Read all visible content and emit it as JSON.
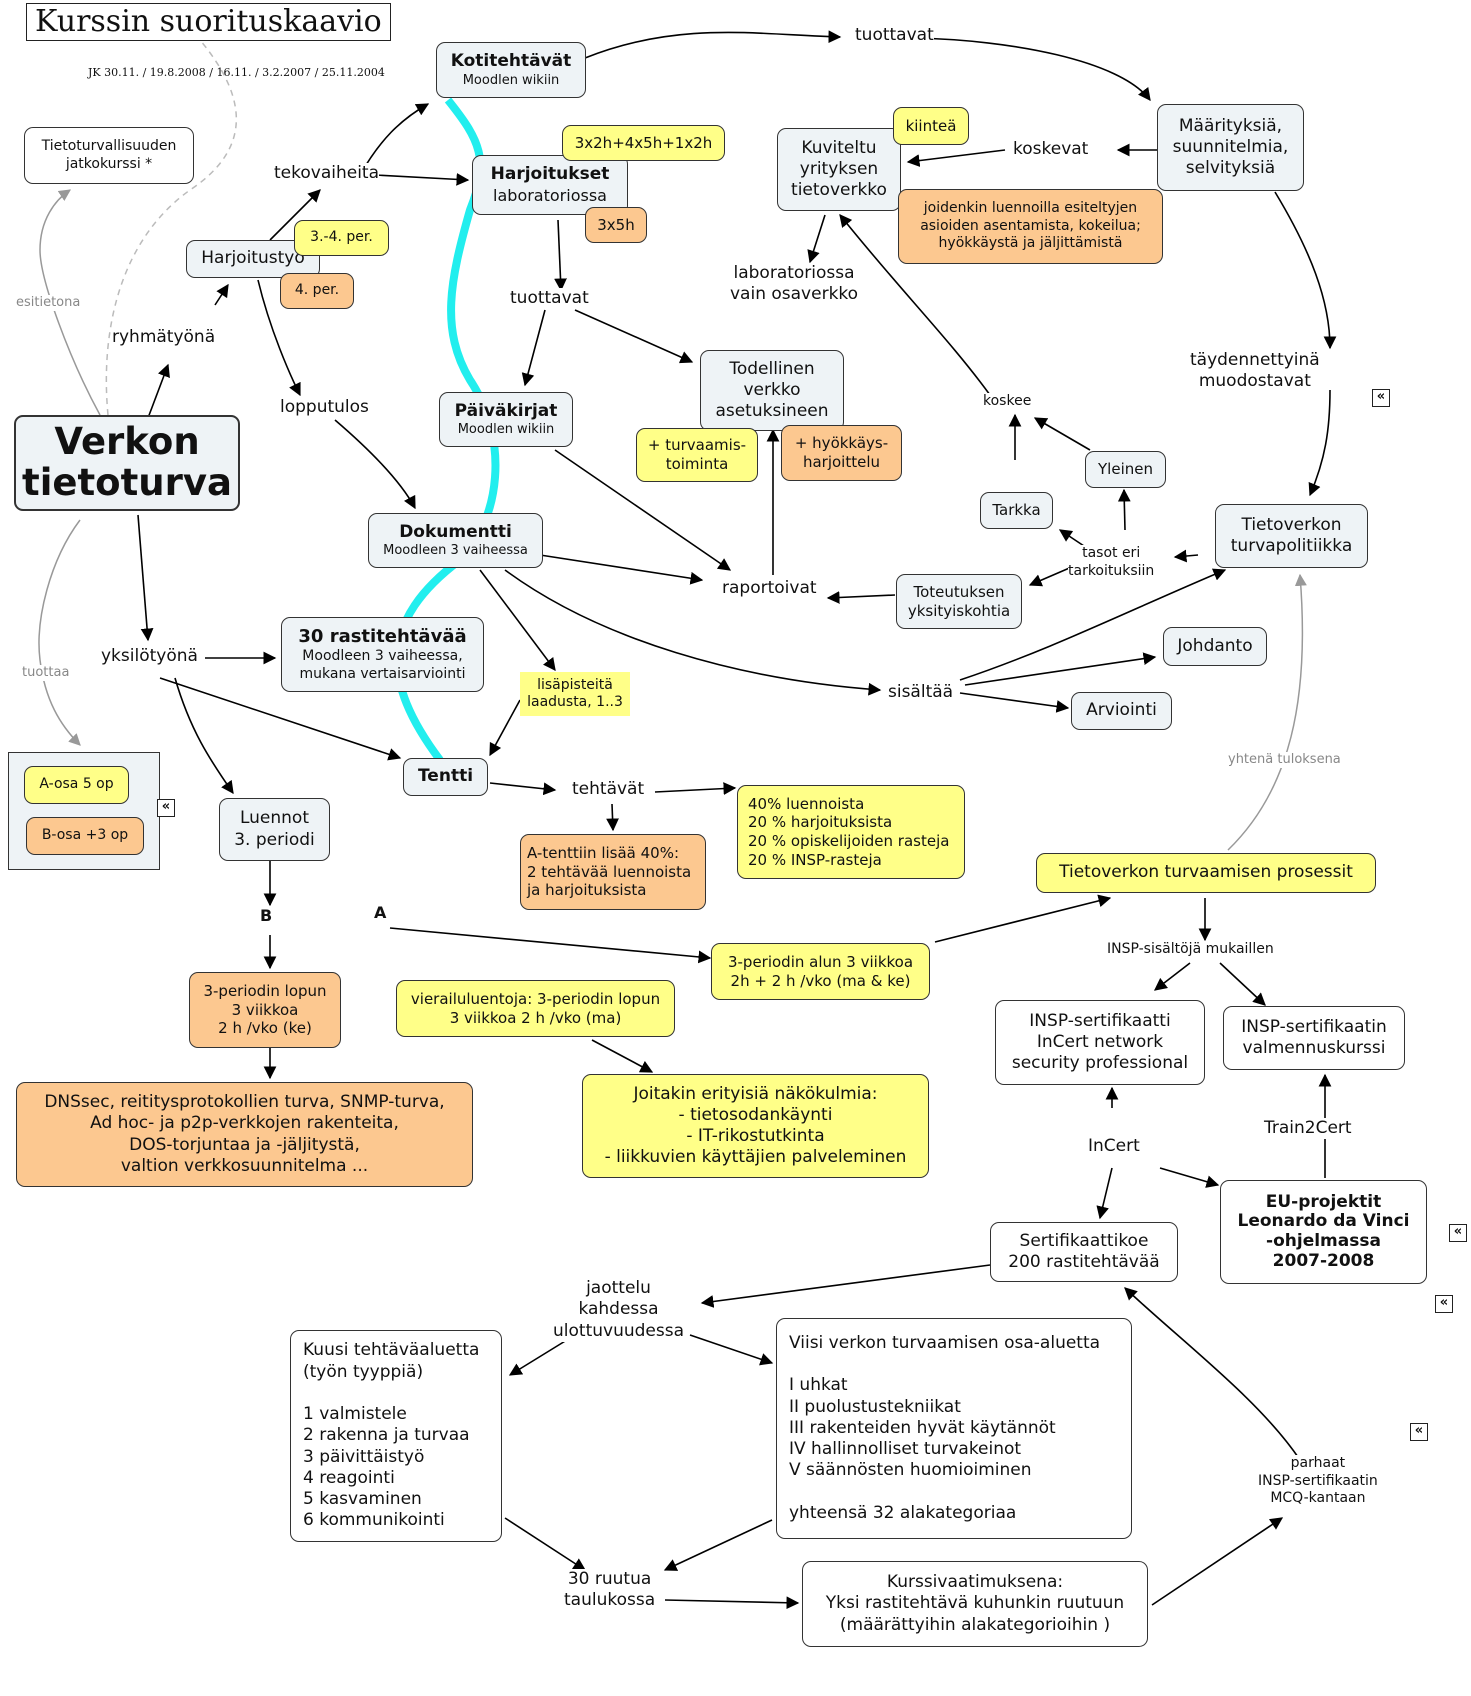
{
  "title": "Kurssin suorituskaavio",
  "meta": "JK  30.11. / 19.8.2008 / 16.11. / 3.2.2007 / 25.11.2004",
  "nodes": {
    "verkon": "Verkon\ntietoturva",
    "jatkokurssi": "Tietoturvallisuuden\njatkokurssi *",
    "harjoitustyo": "Harjoitustyö",
    "per34": "3.-4. per.",
    "per4": "4. per.",
    "kotitehtavat_title": "Kotitehtävät",
    "kotitehtavat_sub": "Moodlen wikiin",
    "harjoitukset_title": "Harjoitukset",
    "harjoitukset_sub": "laboratoriossa",
    "harj_hours": "3x2h+4x5h+1x2h",
    "harj_3x5h": "3x5h",
    "paivakirjat_title": "Päiväkirjat",
    "paivakirjat_sub": "Moodlen wikiin",
    "dokumentti_title": "Dokumentti",
    "dokumentti_sub": "Moodleen 3 vaiheessa",
    "rasti_title": "30 rastitehtävää",
    "rasti_sub": "Moodleen 3 vaiheessa,\nmukana vertaisarviointi",
    "tentti": "Tentti",
    "osa_a": "A-osa 5 op",
    "osa_b": "B-osa +3 op",
    "luennot": "Luennot\n3. periodi",
    "periodi_b": "3-periodin lopun\n3 viikkoa\n2 h /vko (ke)",
    "dnssec": "DNSsec, reititysprotokollien turva, SNMP-turva,\nAd hoc- ja p2p-verkkojen rakenteita,\nDOS-torjuntaa ja -jäljitystä,\nvaltion verkkosuunnitelma ...",
    "vierailu": "vierailuluentoja: 3-periodin lopun\n3 viikkoa   2 h /vko (ma)",
    "nakokulmia": "Joitakin erityisiä näkökulmia:\n- tietosodankäynti\n- IT-rikostutkinta\n- liikkuvien käyttäjien palveleminen",
    "periodi_a": "3-periodin alun  3 viikkoa\n2h + 2 h /vko  (ma & ke)",
    "lisapisteita": "lisäpisteitä\nlaadusta, 1..3",
    "a_tentti": "A-tenttiin lisää 40%:\n2 tehtävää luennoista\nja harjoituksista",
    "tentti_split": "40% luennoista\n20 % harjoituksista\n20 % opiskelijoiden rasteja\n20 % INSP-rasteja",
    "todellinen": "Todellinen\nverkko\nasetuksineen",
    "turvaamis": "+ turvaamis-\ntoiminta",
    "hyokkays": "+ hyökkäys-\nharjoittelu",
    "kuviteltu": "Kuviteltu\nyrityksen\ntietoverkko",
    "kiintea": "kiinteä",
    "jotkut": "joidenkin luennoilla esiteltyjen\nasioiden asentamista, kokeilua;\nhyökkäystä ja jäljittämistä",
    "maaritys": "Määrityksiä,\nsuunnitelmia,\nselvityksiä",
    "politiikka": "Tietoverkon\nturvapolitiikka",
    "tarkka": "Tarkka",
    "yleinen": "Yleinen",
    "toteutus": "Toteutuksen\nyksityiskohtia",
    "johdanto": "Johdanto",
    "arviointi": "Arviointi",
    "prosessi": "Tietoverkon turvaamisen prosessit",
    "incert_cert": "INSP-sertifikaatti\nInCert network\nsecurity professional",
    "valmennus": "INSP-sertifikaatin\nvalmennuskurssi",
    "eu_projekti": "EU-projektit\nLeonardo da Vinci\n-ohjelmassa\n2007-2008",
    "sertifikaattikoe": "Sertifikaattikoe\n200 rastitehtävää",
    "kuusi": "Kuusi tehtäväaluetta\n(työn tyyppiä)\n\n1 valmistele\n2 rakenna ja turvaa\n3 päivittäistyö\n4 reagointi\n5 kasvaminen\n6 kommunikointi",
    "viisi": "Viisi verkon turvaamisen osa-aluetta\n\nI uhkat\nII puolustustekniikat\nIII rakenteiden hyvät käytännöt\nIV hallinnolliset turvakeinot\nV säännösten huomioiminen\n\nyhteensä 32 alakategoriaa",
    "kurssivaatimus": "Kurssivaatimuksena:\nYksi rastitehtävä kuhunkin ruutuun\n(määrättyihin alakategorioihin )"
  },
  "labels": {
    "esitietona": "esitietona",
    "tuottaa": "tuottaa",
    "ryhmatyona": "ryhmätyönä",
    "tekovaiheita": "tekovaiheita",
    "lopputulos": "lopputulos",
    "tuottavat_top": "tuottavat",
    "tuottavat_mid": "tuottavat",
    "koskevat": "koskevat",
    "laboratoriossa": "laboratoriossa\nvain osaverkko",
    "taydennettyina": "täydennettyinä\nmuodostavat",
    "koskee": "koskee",
    "tasot": "tasot eri\ntarkoituksiin",
    "raportoivat": "raportoivat",
    "sisaltaa": "sisältää",
    "yksilotyona": "yksilötyönä",
    "tehtavat": "tehtävät",
    "label_b": "B",
    "label_a": "A",
    "yhtena": "yhtenä tuloksena",
    "insp_sisaltoja": "INSP-sisältöjä mukaillen",
    "incert": "InCert",
    "train2cert": "Train2Cert",
    "jaottelu": "jaottelu\nkahdessa\nulottuvuudessa",
    "ruutua": "30 ruutua\ntaulukossa",
    "parhaat": "parhaat\nINSP-sertifikaatin\nMCQ-kantaan"
  },
  "colors": {
    "light_blue": "#eef3f6",
    "yellow": "#ffff88",
    "orange": "#fcc890",
    "cyan_path": "#22eeee"
  }
}
